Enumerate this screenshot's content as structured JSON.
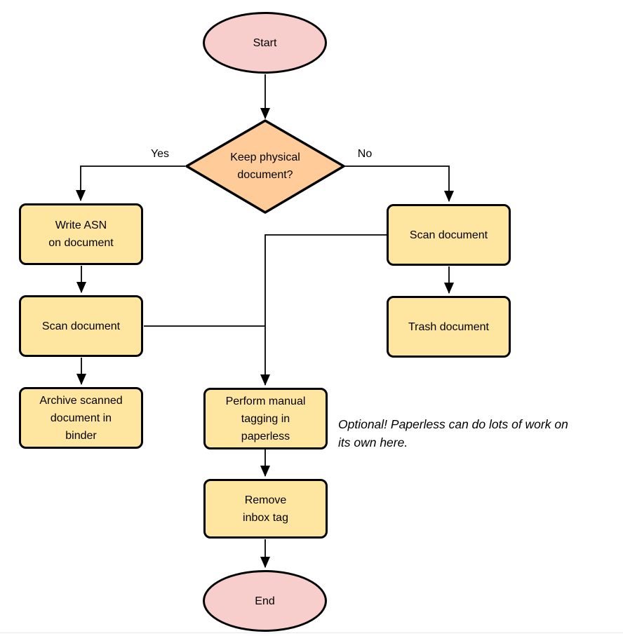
{
  "palette": {
    "terminator_fill": "#F8CECC",
    "decision_fill": "#FFCC99",
    "process_fill": "#FFE6A0",
    "stroke": "#000000",
    "background": "#FFFFFF"
  },
  "flowchart": {
    "nodes": {
      "start": {
        "type": "terminator",
        "label": "Start"
      },
      "decision": {
        "type": "decision",
        "label": "Keep physical\ndocument?"
      },
      "write_asn": {
        "type": "process",
        "label": "Write ASN\non document"
      },
      "scan_left": {
        "type": "process",
        "label": "Scan document"
      },
      "archive": {
        "type": "process",
        "label": "Archive scanned\ndocument in\nbinder"
      },
      "scan_right": {
        "type": "process",
        "label": "Scan document"
      },
      "trash": {
        "type": "process",
        "label": "Trash document"
      },
      "tagging": {
        "type": "process",
        "label": "Perform manual\ntagging in\npaperless"
      },
      "remove_tag": {
        "type": "process",
        "label": "Remove\ninbox tag"
      },
      "end": {
        "type": "terminator",
        "label": "End"
      }
    },
    "edge_labels": {
      "yes": "Yes",
      "no": "No"
    },
    "note": "Optional! Paperless can do lots of work on\nits own here."
  }
}
